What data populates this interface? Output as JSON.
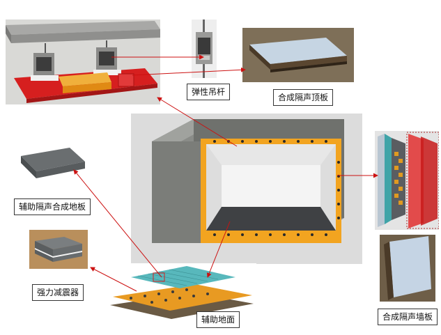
{
  "labels": {
    "elastic_hanger": "弹性吊杆",
    "composite_ceiling": "合成隔声顶板",
    "aux_composite_floor": "辅助隔声合成地板",
    "strong_damper": "强力减震器",
    "aux_floor": "辅助地面",
    "composite_wall": "合成隔声墙板"
  },
  "colors": {
    "arrow": "#cc1111",
    "concrete": "#7d7f7b",
    "orange_layer": "#f3a21c",
    "red_layer": "#d61f1f",
    "teal_layer": "#3fa4a8",
    "panel_light": "#c9d6e2",
    "cork": "#5a4630"
  }
}
